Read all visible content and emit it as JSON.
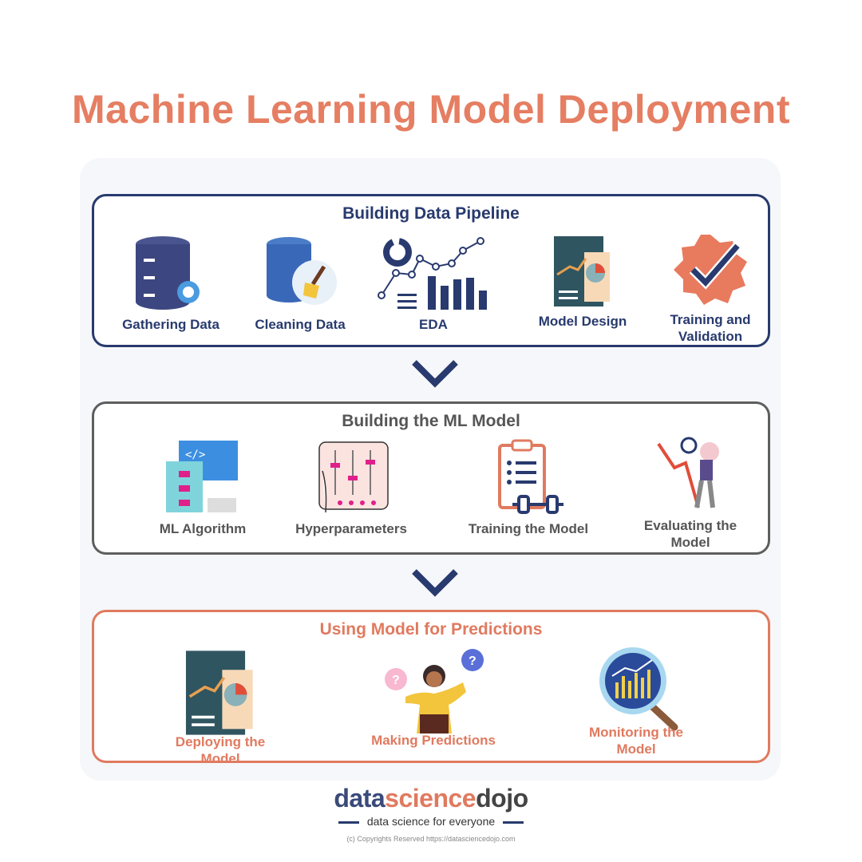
{
  "title": "Machine Learning Model Deployment",
  "sections": [
    {
      "heading": "Building Data Pipeline",
      "items": [
        "Gathering Data",
        "Cleaning Data",
        "EDA",
        "Model Design",
        "Training and Validation"
      ]
    },
    {
      "heading": "Building the ML Model",
      "items": [
        "ML Algorithm",
        "Hyperparameters",
        "Training the Model",
        "Evaluating the Model"
      ]
    },
    {
      "heading": "Using Model for Predictions",
      "items": [
        "Deploying the Model",
        "Making Predictions",
        "Monitoring the Model"
      ]
    }
  ],
  "logo": {
    "part1": "data",
    "part2": "science",
    "part3": "dojo",
    "tagline": "data science for everyone"
  },
  "copyright": "(c) Copyrights Reserved  https://datasciencedojo.com",
  "colors": {
    "title": "#E57E62",
    "navy": "#283A6E",
    "gray": "#5E5E5E",
    "orange": "#E07A5F"
  }
}
